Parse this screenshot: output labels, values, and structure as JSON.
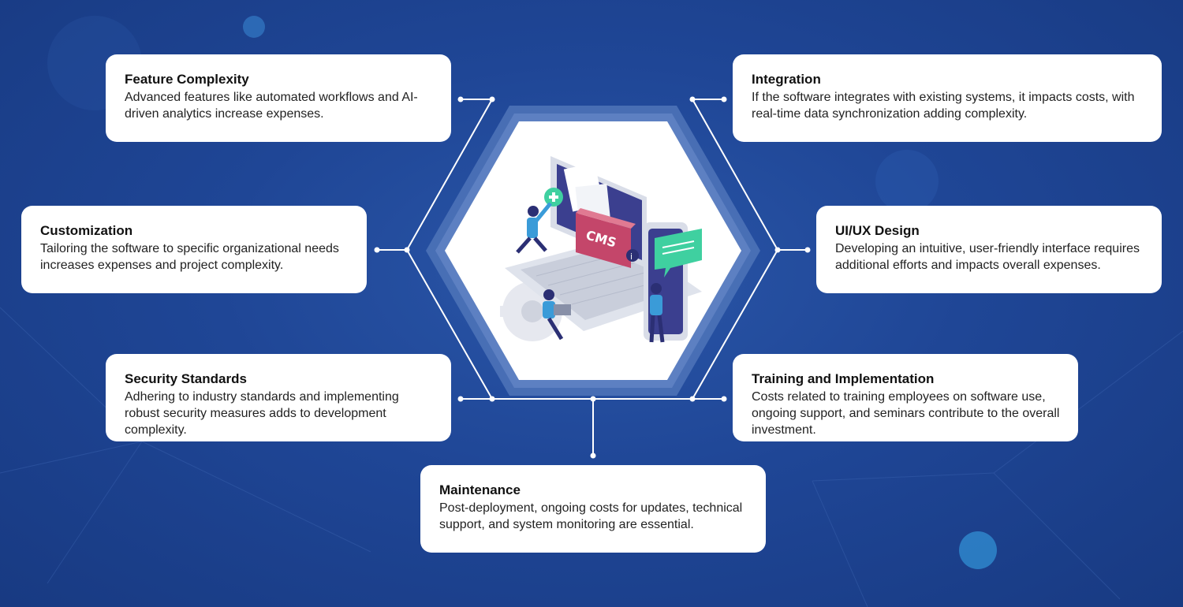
{
  "cards": {
    "feature_complexity": {
      "title": "Feature Complexity",
      "desc": "Advanced features like automated workflows and AI-driven analytics increase expenses."
    },
    "integration": {
      "title": "Integration",
      "desc": "If the software integrates with existing systems, it impacts costs, with real-time data synchronization adding complexity."
    },
    "customization": {
      "title": "Customization",
      "desc": "Tailoring the software to specific organizational needs increases expenses and project complexity."
    },
    "uiux_design": {
      "title": "UI/UX Design",
      "desc": "Developing an intuitive, user-friendly interface requires additional efforts and impacts overall expenses."
    },
    "security_standards": {
      "title": "Security Standards",
      "desc": "Adhering to industry standards and implementing robust security measures adds to development complexity."
    },
    "training": {
      "title": "Training and Implementation",
      "desc": "Costs related to training employees on software use, ongoing support, and seminars contribute to the overall investment."
    },
    "maintenance": {
      "title": "Maintenance",
      "desc": "Post-deployment, ongoing costs for updates, technical support, and system monitoring are essential."
    }
  },
  "illustration": {
    "screen_label": "CMS"
  },
  "colors": {
    "background": "#1f4696",
    "card": "#ffffff",
    "connector": "#ffffff",
    "hex_ring": "#4f74b8",
    "screen": "#3b3f8f",
    "accent_green": "#3fd0a0"
  }
}
